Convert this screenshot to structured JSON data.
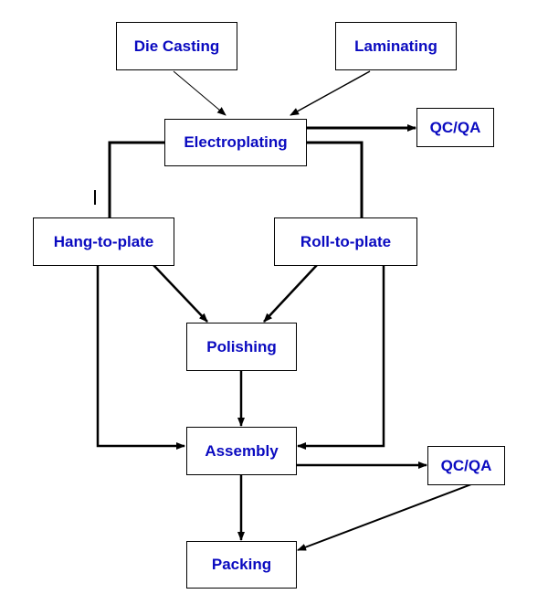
{
  "nodes": {
    "die_casting": "Die Casting",
    "laminating": "Laminating",
    "electroplating": "Electroplating",
    "qcqa_top": "QC/QA",
    "hang_to_plate": "Hang-to-plate",
    "roll_to_plate": "Roll-to-plate",
    "polishing": "Polishing",
    "assembly": "Assembly",
    "qcqa_bottom": "QC/QA",
    "packing": "Packing"
  },
  "edges": [
    [
      "Die Casting",
      "Electroplating"
    ],
    [
      "Laminating",
      "Electroplating"
    ],
    [
      "Electroplating",
      "QC/QA"
    ],
    [
      "Electroplating",
      "Hang-to-plate"
    ],
    [
      "Electroplating",
      "Roll-to-plate"
    ],
    [
      "Hang-to-plate",
      "Polishing"
    ],
    [
      "Roll-to-plate",
      "Polishing"
    ],
    [
      "Hang-to-plate",
      "Assembly"
    ],
    [
      "Roll-to-plate",
      "Assembly"
    ],
    [
      "Polishing",
      "Assembly"
    ],
    [
      "Assembly",
      "QC/QA"
    ],
    [
      "Assembly",
      "Packing"
    ],
    [
      "QC/QA",
      "Packing"
    ]
  ],
  "colors": {
    "label": "#0a0ac0",
    "line": "#000000"
  }
}
